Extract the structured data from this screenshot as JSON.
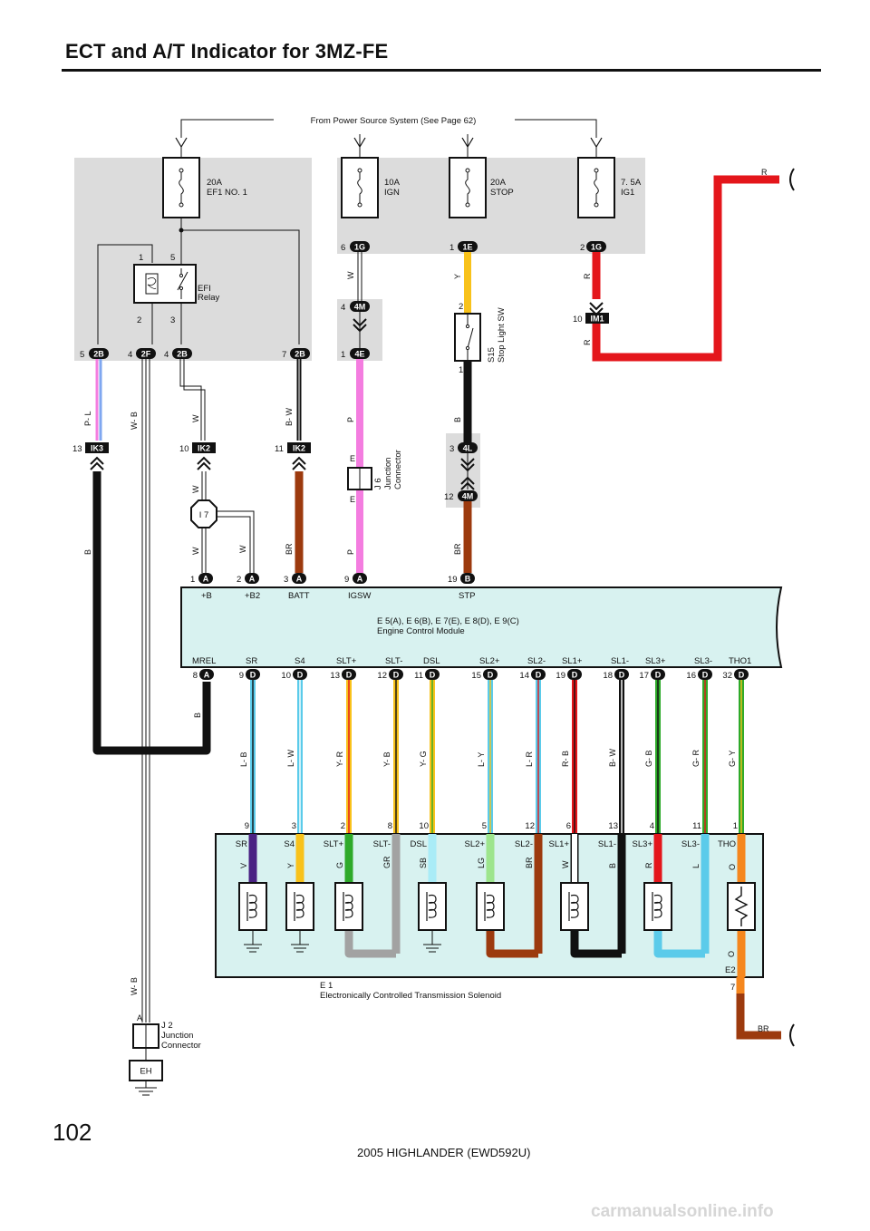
{
  "header": {
    "title": "ECT and A/T Indicator for 3MZ-FE",
    "page_number": "102"
  },
  "footer": {
    "text": "2005 HIGHLANDER (EWD592U)",
    "watermark": "carmanualsonline.info"
  },
  "power_source": {
    "label": "From Power Source System (See Page 62)"
  },
  "fuses": [
    {
      "rating": "20A",
      "name": "EF1 NO. 1"
    },
    {
      "rating": "10A",
      "name": "IGN"
    },
    {
      "rating": "20A",
      "name": "STOP"
    },
    {
      "rating": "7. 5A",
      "name": "IG1"
    }
  ],
  "relay": {
    "name": "EFI",
    "sub": "Relay",
    "pins": [
      "1",
      "5",
      "2",
      "3"
    ]
  },
  "switch": {
    "code": "S15",
    "name": "Stop Light SW",
    "pins": [
      "2",
      "1"
    ]
  },
  "junctions": {
    "j6": {
      "code": "J 6",
      "line1": "Junction",
      "line2": "Connector",
      "pin_top": "E",
      "pin_bottom": "E"
    },
    "j2": {
      "code": "J 2",
      "line1": "Junction",
      "line2": "Connector",
      "pin": "A"
    },
    "i7": "I 7",
    "ground": "EH"
  },
  "connectors": [
    {
      "pin": "5",
      "code": "2B"
    },
    {
      "pin": "4",
      "code": "2F"
    },
    {
      "pin": "4",
      "code": "2B"
    },
    {
      "pin": "7",
      "code": "2B"
    },
    {
      "pin": "6",
      "code": "1G"
    },
    {
      "pin": "4",
      "code": "4M"
    },
    {
      "pin": "1",
      "code": "4E"
    },
    {
      "pin": "1",
      "code": "1E"
    },
    {
      "pin": "3",
      "code": "4L"
    },
    {
      "pin": "12",
      "code": "4M"
    },
    {
      "pin": "2",
      "code": "1G"
    },
    {
      "pin": "10",
      "code": "IM1"
    },
    {
      "pin": "13",
      "code": "IK3"
    },
    {
      "pin": "10",
      "code": "IK2"
    },
    {
      "pin": "11",
      "code": "IK2"
    }
  ],
  "wire_colors": {
    "p_l": "P- L",
    "w_b": "W- B",
    "w": "W",
    "b_w": "B- W",
    "p": "P",
    "y": "Y",
    "b": "B",
    "r": "R",
    "br": "BR"
  },
  "ecm": {
    "title": "E 5(A), E 6(B), E 7(E), E 8(D), E 9(C)",
    "subtitle": "Engine Control Module",
    "top_terminals": [
      {
        "pin": "1",
        "conn": "A",
        "name": "+B"
      },
      {
        "pin": "2",
        "conn": "A",
        "name": "+B2"
      },
      {
        "pin": "3",
        "conn": "A",
        "name": "BATT"
      },
      {
        "pin": "9",
        "conn": "A",
        "name": "IGSW"
      },
      {
        "pin": "19",
        "conn": "B",
        "name": "STP"
      }
    ],
    "bottom_terminals": [
      {
        "pin": "8",
        "conn": "A",
        "name": "MREL",
        "wire": "B",
        "sol_pin": "",
        "sol_name": ""
      },
      {
        "pin": "9",
        "conn": "D",
        "name": "SR",
        "wire": "L- B",
        "sol_pin": "9",
        "sol_name": "SR"
      },
      {
        "pin": "10",
        "conn": "D",
        "name": "S4",
        "wire": "L- W",
        "sol_pin": "3",
        "sol_name": "S4"
      },
      {
        "pin": "13",
        "conn": "D",
        "name": "SLT+",
        "wire": "Y- R",
        "sol_pin": "2",
        "sol_name": "SLT+"
      },
      {
        "pin": "12",
        "conn": "D",
        "name": "SLT-",
        "wire": "Y- B",
        "sol_pin": "8",
        "sol_name": "SLT-"
      },
      {
        "pin": "11",
        "conn": "D",
        "name": "DSL",
        "wire": "Y- G",
        "sol_pin": "10",
        "sol_name": "DSL"
      },
      {
        "pin": "15",
        "conn": "D",
        "name": "SL2+",
        "wire": "L- Y",
        "sol_pin": "5",
        "sol_name": "SL2+"
      },
      {
        "pin": "14",
        "conn": "D",
        "name": "SL2-",
        "wire": "L- R",
        "sol_pin": "12",
        "sol_name": "SL2-"
      },
      {
        "pin": "19",
        "conn": "D",
        "name": "SL1+",
        "wire": "R- B",
        "sol_pin": "6",
        "sol_name": "SL1+"
      },
      {
        "pin": "18",
        "conn": "D",
        "name": "SL1-",
        "wire": "B- W",
        "sol_pin": "13",
        "sol_name": "SL1-"
      },
      {
        "pin": "17",
        "conn": "D",
        "name": "SL3+",
        "wire": "G- B",
        "sol_pin": "4",
        "sol_name": "SL3+"
      },
      {
        "pin": "16",
        "conn": "D",
        "name": "SL3-",
        "wire": "G- R",
        "sol_pin": "11",
        "sol_name": "SL3-"
      },
      {
        "pin": "32",
        "conn": "D",
        "name": "THO1",
        "wire": "G- Y",
        "sol_pin": "1",
        "sol_name": "THO"
      }
    ]
  },
  "solenoid": {
    "code": "E 1",
    "name": "Electronically Controlled Transmission Solenoid",
    "inner_wires": [
      "V",
      "Y",
      "G",
      "GR",
      "SB",
      "LG",
      "BR",
      "W",
      "B",
      "R",
      "L",
      "O"
    ],
    "e2": {
      "name": "E2",
      "pin": "7",
      "wire": "O"
    }
  },
  "colors": {
    "red": "#e4161b",
    "brown": "#9c3a0e",
    "black": "#111111",
    "pink": "#f47de0",
    "yellow": "#f8c21b",
    "light_blue": "#5bcbea",
    "green": "#2eaa2a",
    "orange": "#f5871e",
    "purple": "#4a2183",
    "gray": "#a2a2a2",
    "panel_gray": "#dcdcdc",
    "ecm_fill": "#d8f2f0"
  }
}
